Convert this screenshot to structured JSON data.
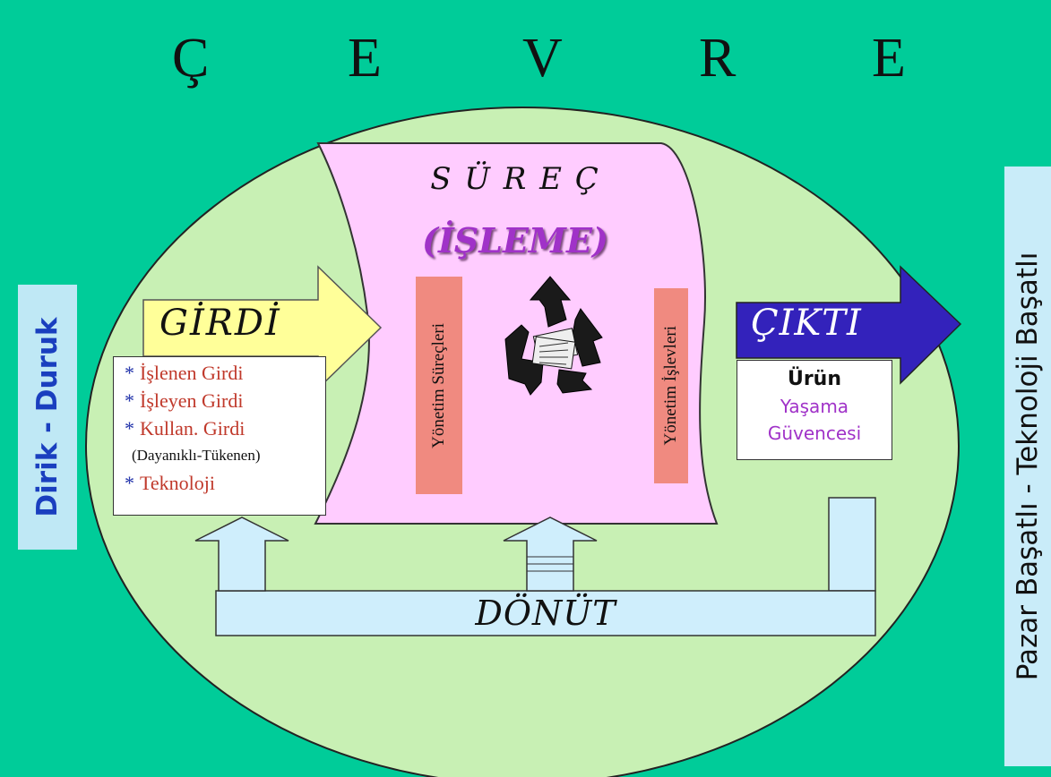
{
  "environment": {
    "letters": [
      "Ç",
      "E",
      "V",
      "R",
      "E"
    ]
  },
  "left_label": "Dirik - Duruk",
  "right_label": "Pazar Başatlı - Teknoloji Başatlı",
  "process": {
    "title": "S Ü R E Ç",
    "subtitle": "(İŞLEME)",
    "bar_left": "Yönetim Süreçleri",
    "bar_right": "Yönetim İşlevleri"
  },
  "input": {
    "label": "GİRDİ",
    "items": [
      "İşlenen Girdi",
      "İşleyen Girdi",
      "Kullan. Girdi"
    ],
    "note": "(Dayanıklı-Tükenen)",
    "last_item": "Teknoloji",
    "bullet": "*"
  },
  "output": {
    "label": "ÇIKTI",
    "title": "Ürün",
    "line1": "Yaşama",
    "line2": "Güvencesi"
  },
  "feedback": {
    "label": "DÖNÜT"
  },
  "colors": {
    "background": "#00cc99",
    "ellipse": "#c8f0b4",
    "process": "#ffccff",
    "input_arrow": "#ffff99",
    "output_arrow": "#3322bb",
    "feedback": "#cfeefc",
    "bars": "#f08a80"
  },
  "icons": [
    "recycle-icon"
  ]
}
